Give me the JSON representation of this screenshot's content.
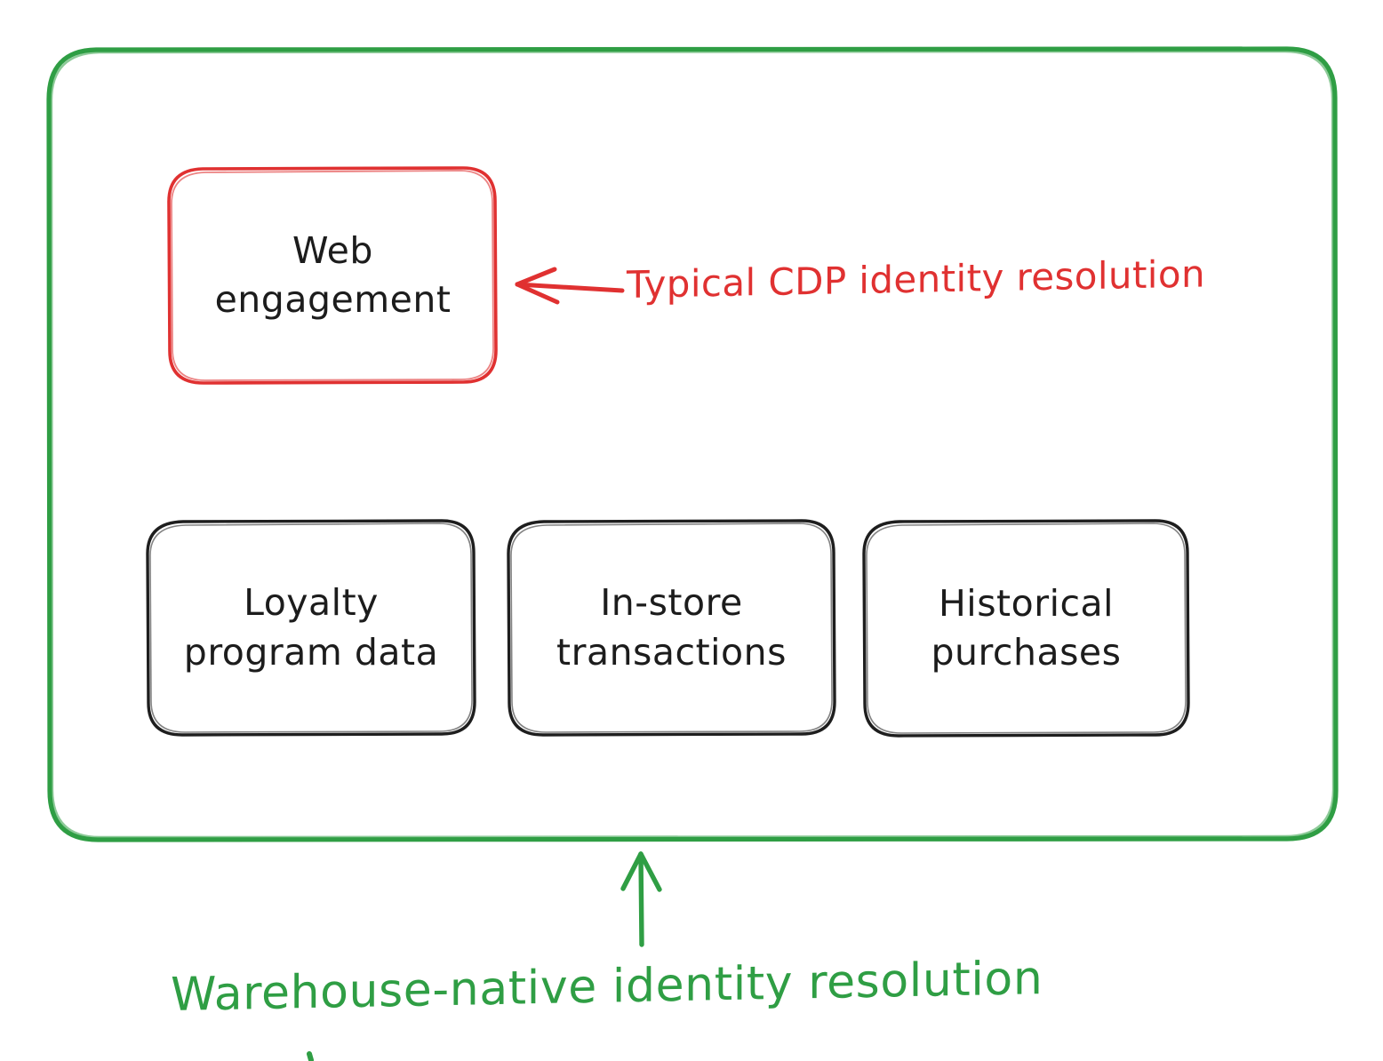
{
  "diagram": {
    "title": "Warehouse-native identity resolution",
    "container": {
      "name": "warehouse-container",
      "stroke_color": "#2f9e44"
    },
    "nodes": [
      {
        "id": "web-engagement",
        "line1": "Web",
        "line2": "engagement",
        "stroke_color": "#e03131",
        "highlighted": true
      },
      {
        "id": "loyalty-program-data",
        "line1": "Loyalty",
        "line2": "program data",
        "stroke_color": "#1e1e1e",
        "highlighted": false
      },
      {
        "id": "in-store-transactions",
        "line1": "In-store",
        "line2": "transactions",
        "stroke_color": "#1e1e1e",
        "highlighted": false
      },
      {
        "id": "historical-purchases",
        "line1": "Historical",
        "line2": "purchases",
        "stroke_color": "#1e1e1e",
        "highlighted": false
      }
    ],
    "annotations": [
      {
        "id": "cdp-annotation",
        "text": "Typical CDP identity resolution",
        "color": "#e03131",
        "arrow": "arrow-left-icon",
        "points_to": "web-engagement"
      },
      {
        "id": "warehouse-caption",
        "text": "Warehouse-native identity resolution",
        "color": "#2f9e44",
        "arrow": "arrow-up-icon",
        "points_to": "warehouse-container"
      }
    ]
  }
}
